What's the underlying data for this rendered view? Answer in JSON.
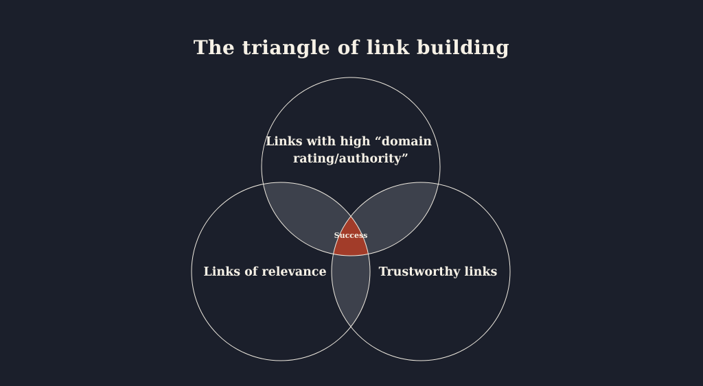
{
  "title": "The triangle of link building",
  "diagram": {
    "circles": {
      "top": {
        "label_lines": [
          "Links with high “domain",
          "rating/authority”"
        ]
      },
      "left": {
        "label": "Links of relevance"
      },
      "right": {
        "label": "Trustworthy links"
      }
    },
    "center_label": "Success"
  },
  "colors": {
    "background": "#1b1f2b",
    "circle_stroke": "#efeae0",
    "overlap_fill": "#3d414c",
    "success_fill": "#a23c29",
    "text": "#f6f1e6"
  }
}
